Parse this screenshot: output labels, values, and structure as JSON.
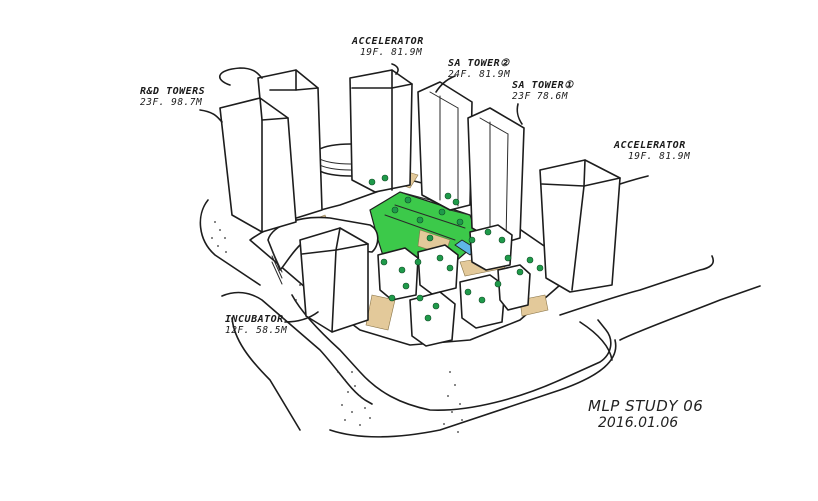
{
  "sketch": {
    "colors": {
      "ink": "#1d1d1d",
      "green_space": "#3cc94a",
      "tree_green": "#1f9a4a",
      "sand_path": "#e3c99a",
      "water": "#5fb7e6",
      "background": "#ffffff"
    },
    "labels": [
      {
        "id": "rnd-towers",
        "name": "R&D TOWERS",
        "spec": "23F. 98.7M"
      },
      {
        "id": "accelerator-1",
        "name": "ACCELERATOR",
        "spec": "19F. 81.9M"
      },
      {
        "id": "sa-tower-2",
        "name": "SA TOWER②",
        "spec": "24F. 81.9M"
      },
      {
        "id": "sa-tower-1",
        "name": "SA TOWER①",
        "spec": "23F 78.6M"
      },
      {
        "id": "accelerator-2",
        "name": "ACCELERATOR",
        "spec": "19F. 81.9M"
      },
      {
        "id": "incubator",
        "name": "INCUBATOR",
        "spec": "12F. 58.5M"
      }
    ],
    "caption": {
      "title": "MLP STUDY 06",
      "date": "2016.01.06"
    }
  }
}
